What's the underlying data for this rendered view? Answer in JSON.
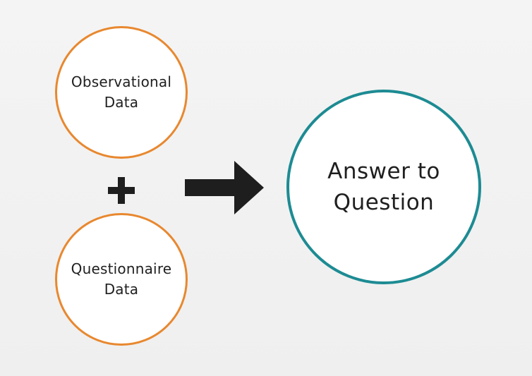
{
  "nodes": {
    "observational": {
      "line1": "Observational",
      "line2": "Data"
    },
    "questionnaire": {
      "line1": "Questionnaire",
      "line2": "Data"
    },
    "answer": {
      "line1": "Answer to",
      "line2": "Question"
    }
  },
  "operators": {
    "combine": "plus-icon",
    "result": "arrow-right-icon"
  },
  "colors": {
    "input_circle_border": "#e8882f",
    "output_circle_border": "#1d8b93",
    "symbols": "#1e1e1e",
    "background": "#f2f2f2"
  }
}
